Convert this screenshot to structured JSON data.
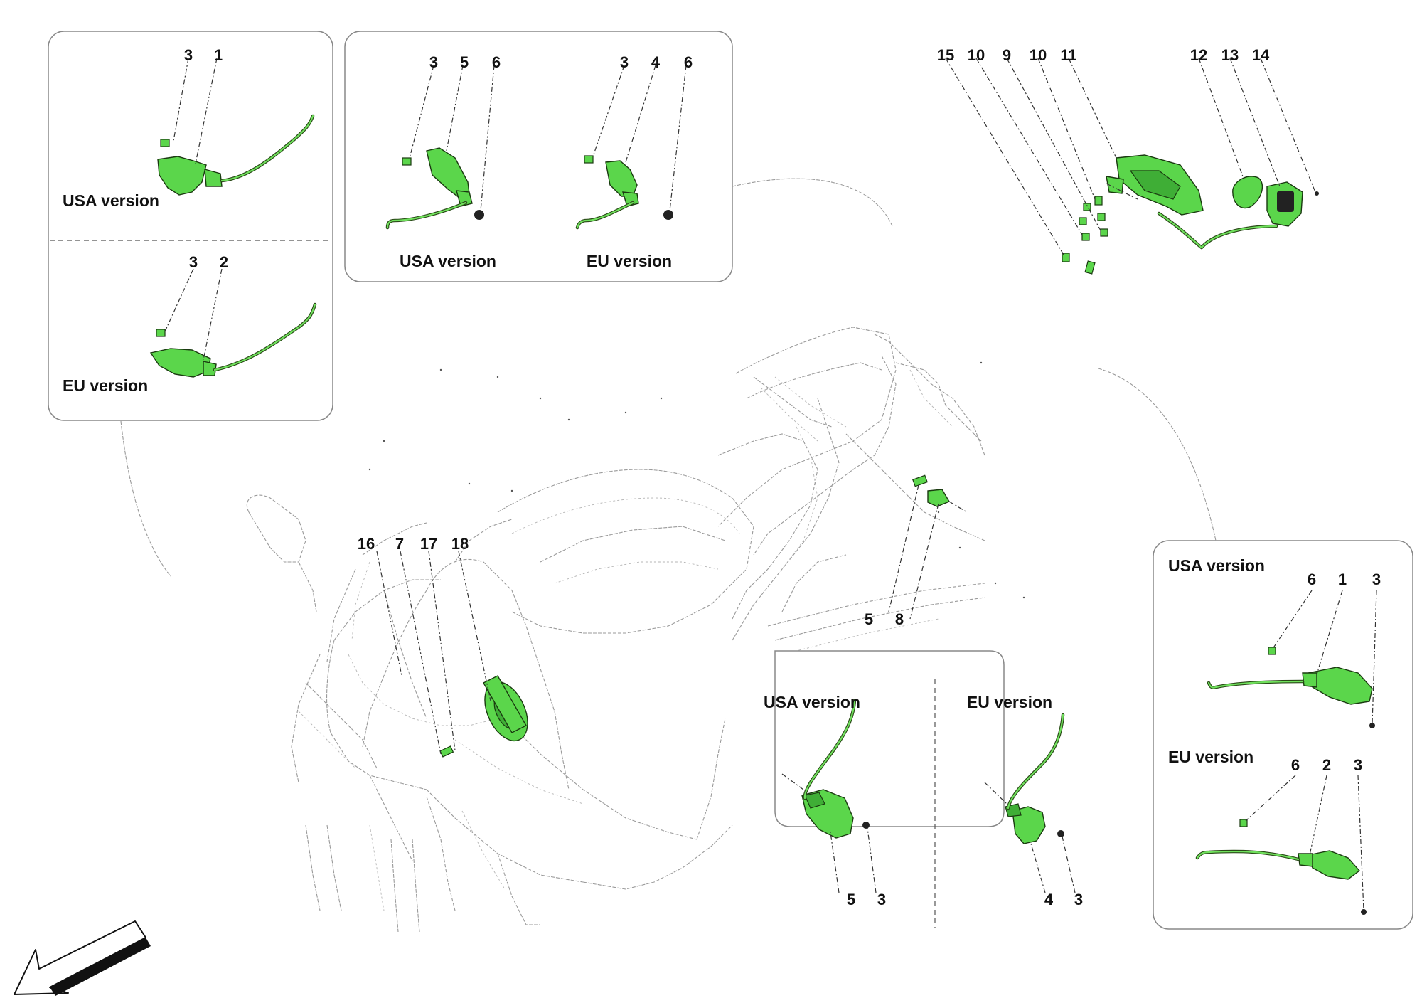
{
  "panels": {
    "top_left": {
      "usa": {
        "label": "USA version",
        "refs": [
          "3",
          "1"
        ]
      },
      "eu": {
        "label": "EU version",
        "refs": [
          "3",
          "2"
        ]
      }
    },
    "top_middle": {
      "usa": {
        "label": "USA version",
        "refs": [
          "3",
          "5",
          "6"
        ]
      },
      "eu": {
        "label": "EU version",
        "refs": [
          "3",
          "4",
          "6"
        ]
      }
    },
    "rear_light": {
      "refs": [
        "15",
        "10",
        "9",
        "10",
        "11",
        "12",
        "13",
        "14"
      ]
    },
    "right": {
      "usa": {
        "label": "USA version",
        "refs": [
          "6",
          "1",
          "3"
        ]
      },
      "eu": {
        "label": "EU version",
        "refs": [
          "6",
          "2",
          "3"
        ]
      }
    },
    "bottom_middle": {
      "usa": {
        "label": "USA version",
        "refs": [
          "5",
          "3"
        ]
      },
      "eu": {
        "label": "EU version",
        "refs": [
          "4",
          "3"
        ]
      }
    }
  },
  "main": {
    "front_refs": [
      "16",
      "7",
      "17",
      "18"
    ],
    "side_refs": [
      "5",
      "8"
    ]
  },
  "colors": {
    "part_fill": "#5bd64b",
    "outline": "#1a3a10"
  },
  "icons": {
    "direction": "direction-arrow-icon"
  }
}
